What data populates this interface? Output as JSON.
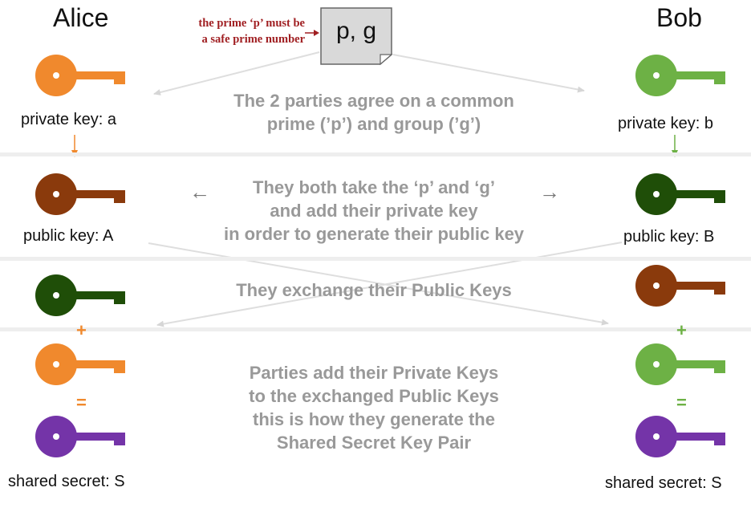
{
  "alice": {
    "name": "Alice",
    "private_key_label": "private key: a",
    "public_key_label": "public key: A",
    "shared_secret_label": "shared secret: S"
  },
  "bob": {
    "name": "Bob",
    "private_key_label": "private key: b",
    "public_key_label": "public key: B",
    "shared_secret_label": "shared secret: S"
  },
  "params": {
    "label": "p, g",
    "note_line1": "the prime ‘p’ must be",
    "note_line2": "a safe prime number"
  },
  "steps": {
    "agree_line1": "The 2 parties agree on a common",
    "agree_line2": "prime (’p’) and group (’g’)",
    "generate_line1": "They both take the ‘p’ and ‘g’",
    "generate_line2": "and add their private key",
    "generate_line3": "in order to generate their public key",
    "exchange": "They exchange their Public Keys",
    "combine_line1": "Parties add their Private Keys",
    "combine_line2": "to the exchanged Public Keys",
    "combine_line3": "this is how they generate the",
    "combine_line4": "Shared Secret Key Pair"
  },
  "symbols": {
    "plus": "+",
    "equals": "=",
    "arrow_left": "←",
    "arrow_right": "→"
  },
  "colors": {
    "alice_private": "#f0892d",
    "bob_private": "#6db145",
    "alice_public": "#8a3a0c",
    "bob_public": "#1f4e08",
    "shared": "#7434a8",
    "note": "#a01f22",
    "step_text": "#999999"
  }
}
